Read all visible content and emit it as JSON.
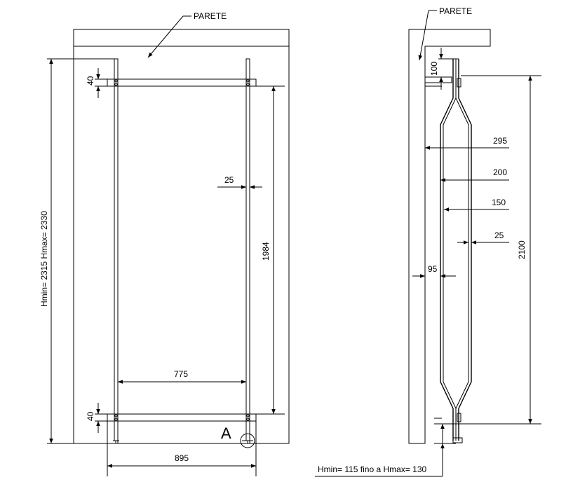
{
  "front": {
    "wall_label": "PARETE",
    "dim_40_top": "40",
    "dim_40_bottom": "40",
    "dim_height": "Hmin= 2315   Hmax= 2330",
    "dim_25": "25",
    "dim_1984": "1984",
    "dim_775": "775",
    "dim_895": "895",
    "detail_label": "A"
  },
  "side": {
    "wall_label": "PARETE",
    "dim_100": "100",
    "dim_295": "295",
    "dim_200": "200",
    "dim_150": "150",
    "dim_25": "25",
    "dim_95": "95",
    "dim_2100": "2100",
    "dim_foot": "Hmin= 115 fino a Hmax= 130"
  }
}
